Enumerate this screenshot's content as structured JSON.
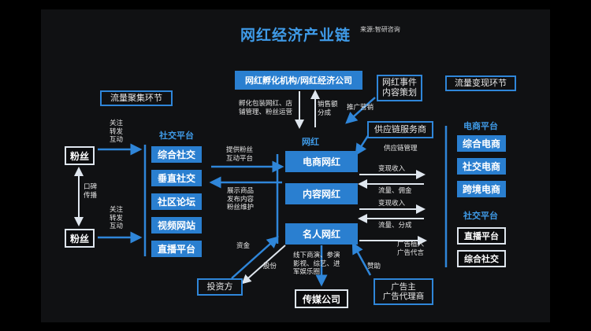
{
  "title": "网红经济产业链",
  "source": "来源:智研咨询",
  "left": {
    "section": "流量聚集环节",
    "fans_top": "粉丝",
    "fans_bottom": "粉丝",
    "word_of_mouth": "口碑\n传播",
    "action_top": "关注\n转发\n互动",
    "action_bottom": "关注\n转发\n互动"
  },
  "social": {
    "heading": "社交平台",
    "items": [
      "综合社交",
      "垂直社交",
      "社区论坛",
      "视频网站",
      "直播平台"
    ]
  },
  "center": {
    "incubator": "网红孵化机构/网红经济公司",
    "incubator_note": "孵化包装网红、店\n铺管理、粉丝运营",
    "sales_share": "销售额\n分成",
    "wanghong_label": "网红",
    "ecommerce": "电商网红",
    "content": "内容网红",
    "celebrity": "名人网红",
    "provide_fans": "提供粉丝\n互动平台",
    "display": "展示商品\n发布内容\n粉丝维护",
    "offline": "线下商演、参演\n影视、综艺、进\n军娱乐圈",
    "media": "传媒公司",
    "funds": "资金",
    "equity": "股份",
    "investor": "投资方"
  },
  "right_mid": {
    "event_planning": "网红事件\n内容策划",
    "promo": "推广营销",
    "supply_chain": "供应链服务商",
    "supply_mgmt": "供应链管理",
    "monetize_1": "变现收入",
    "traffic_1": "流量、佣金",
    "monetize_2": "变现收入",
    "traffic_2": "流量、分成",
    "ad_embed": "广告植入\n广告代言",
    "sponsor": "赞助",
    "advertiser": "广告主\n广告代理商"
  },
  "right": {
    "section": "流量变现环节",
    "ecom_heading": "电商平台",
    "ecom_items": [
      "综合电商",
      "社交电商",
      "跨境电商"
    ],
    "social_heading": "社交平台",
    "social_items": [
      "直播平台",
      "综合社交"
    ]
  }
}
